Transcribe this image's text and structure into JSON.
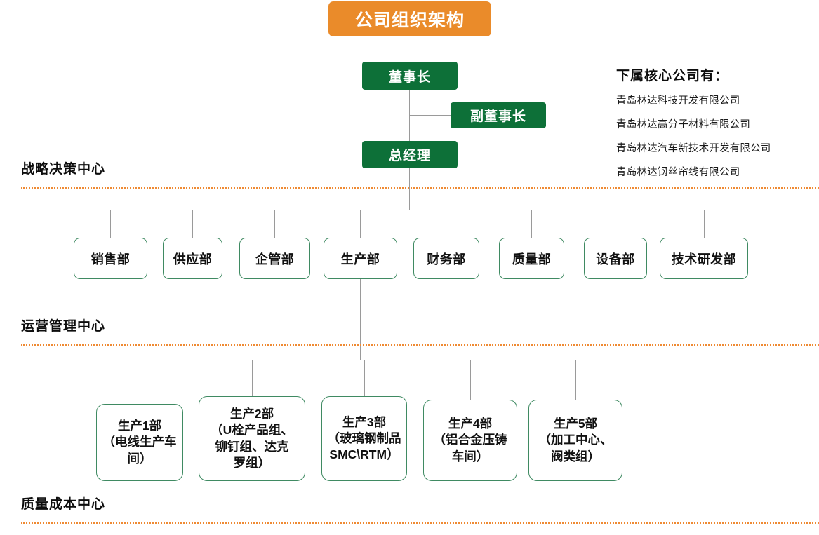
{
  "title": "公司组织架构",
  "theme": {
    "title_bg": "#ea8b2a",
    "exec_box_bg": "#0d7038",
    "dept_border": "#3f8a62",
    "divider_color": "#ef8a33",
    "connector_color": "#9a9a9a",
    "text_color": "#111111"
  },
  "executives": [
    {
      "name": "chairman",
      "label": "董事长"
    },
    {
      "name": "vice-chairman",
      "label": "副董事长"
    },
    {
      "name": "general-manager",
      "label": "总经理"
    }
  ],
  "departments": [
    {
      "label": "销售部"
    },
    {
      "label": "供应部"
    },
    {
      "label": "企管部"
    },
    {
      "label": "生产部"
    },
    {
      "label": "财务部"
    },
    {
      "label": "质量部"
    },
    {
      "label": "设备部"
    },
    {
      "label": "技术研发部"
    }
  ],
  "production_units": [
    {
      "label": "生产1部\n（电线生产车\n间）"
    },
    {
      "label": "生产2部\n（U栓产品组、\n铆钉组、达克\n罗组）"
    },
    {
      "label": "生产3部\n（玻璃钢制品\nSMC\\RTM）"
    },
    {
      "label": "生产4部\n（铝合金压铸\n车间）"
    },
    {
      "label": "生产5部\n（加工中心、\n阀类组）"
    }
  ],
  "bands": [
    {
      "label": "战略决策中心"
    },
    {
      "label": "运营管理中心"
    },
    {
      "label": "质量成本中心"
    }
  ],
  "subsidiaries": {
    "heading": "下属核心公司有：",
    "items": [
      "青岛林达科技开发有限公司",
      "青岛林达高分子材料有限公司",
      "青岛林达汽车新技术开发有限公司",
      "青岛林达钢丝帘线有限公司"
    ]
  }
}
